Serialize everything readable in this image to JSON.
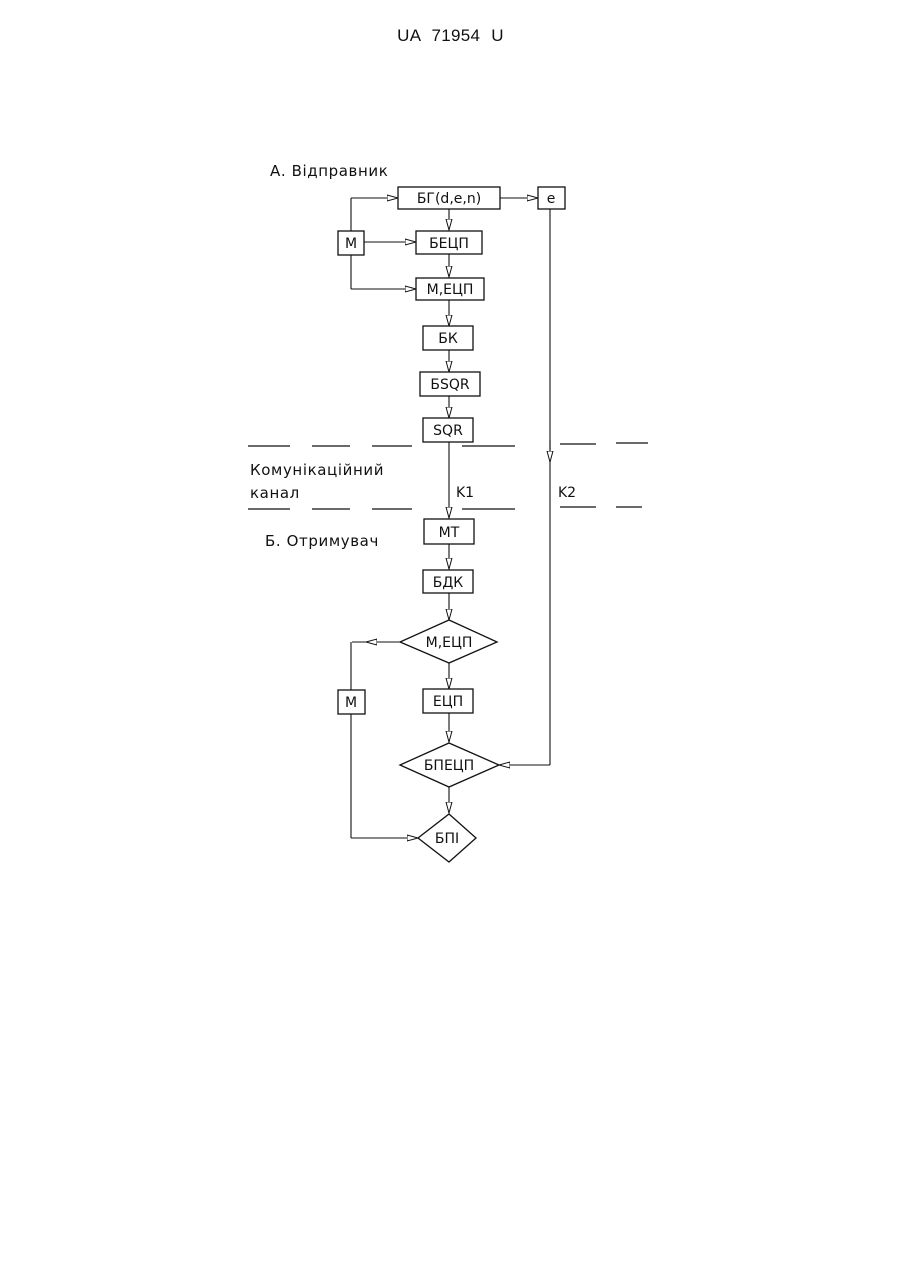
{
  "header": {
    "doc_number": "UA 71954 U"
  },
  "sections": {
    "sender": "А. Відправник",
    "receiver": "Б. Отримувач",
    "channel_line1": "Комунікаційний",
    "channel_line2": "канал"
  },
  "channels": {
    "k1": "K1",
    "k2": "K2"
  },
  "sender_blocks": {
    "m_input": "M",
    "bg": "БГ(d,e,n)",
    "e": "e",
    "becp": "БЕЦП",
    "m_ecp": "М,ЕЦП",
    "bk": "БК",
    "bsqr": "БSQR",
    "sqr": "SQR"
  },
  "receiver_blocks": {
    "mt": "МТ",
    "bdk": "БДК",
    "m_ecp_split": "М,ЕЦП",
    "m_output": "M",
    "ecp": "ЕЦП",
    "bpecp": "БПЕЦП",
    "bpi": "БПІ"
  }
}
